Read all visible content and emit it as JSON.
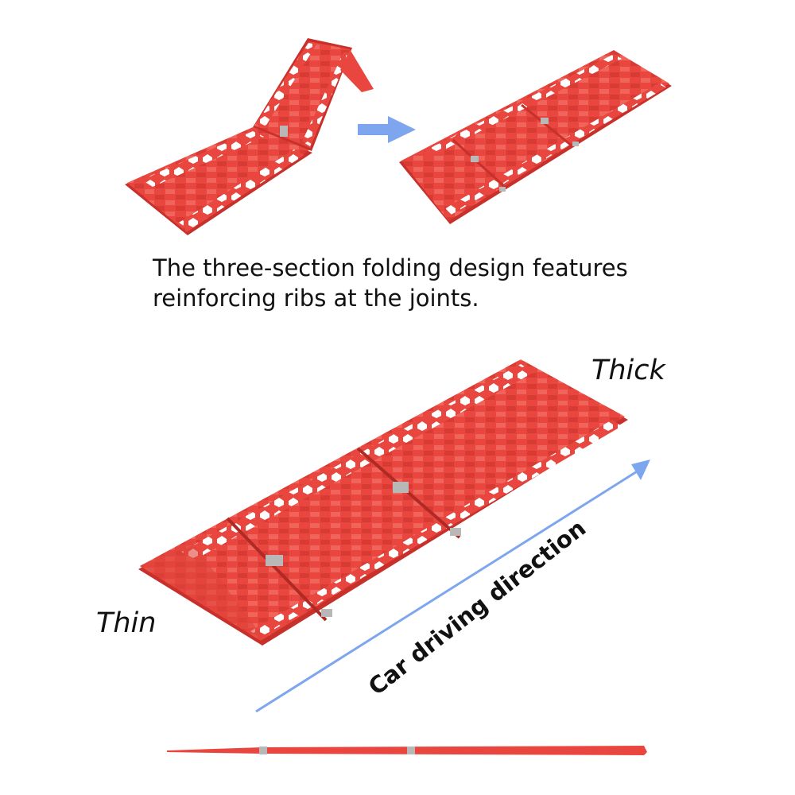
{
  "caption": {
    "line1": "The three-section folding design features",
    "line2": "reinforcing ribs at the joints."
  },
  "labels": {
    "thick": "Thick",
    "thin": "Thin",
    "direction": "Car driving direction"
  },
  "colors": {
    "board_red": "#e8463e",
    "board_dark": "#c8302b",
    "board_light": "#f0645b",
    "arrow_blue": "#7ea6ef",
    "hinge_metal": "#b8b8b8"
  },
  "icons": {
    "fold_arrow": "arrow-right-icon",
    "direction_arrow": "arrow-up-right-icon"
  }
}
